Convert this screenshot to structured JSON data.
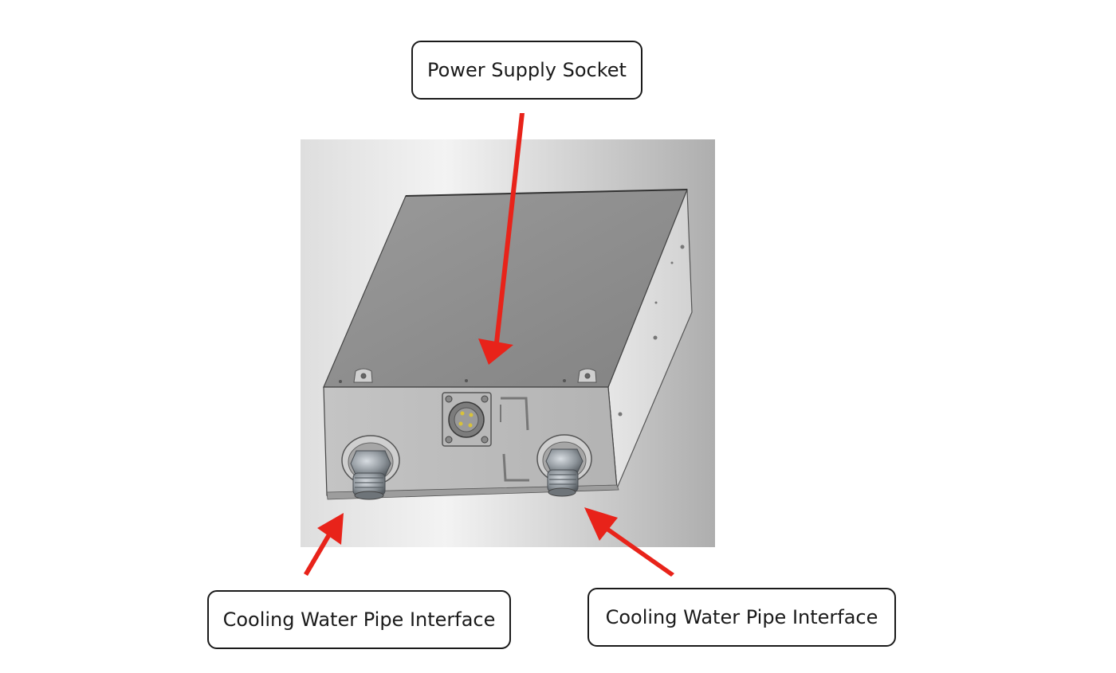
{
  "labels": {
    "power_supply_socket": "Power Supply Socket",
    "cooling_water_pipe_left": "Cooling Water Pipe Interface",
    "cooling_water_pipe_right": "Cooling Water Pipe Interface"
  },
  "colors": {
    "arrow": "#e8231a",
    "box_top": "#8e8e8e",
    "box_front": "#b9b9b9",
    "box_side": "#dcdcdc",
    "backdrop_light": "#f2f2f2",
    "backdrop_dark": "#b0b0b0",
    "connector_pins": "#d8c23a"
  }
}
